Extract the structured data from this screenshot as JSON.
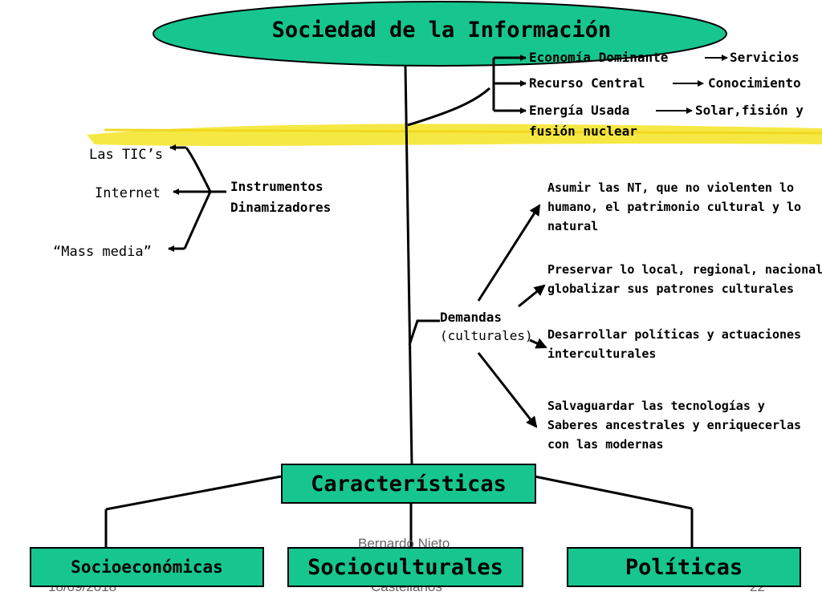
{
  "title": "Sociedad de la Información",
  "right_top": {
    "economia_label": "Economía Dominante",
    "economia_value": "Servicios",
    "recurso_label": "Recurso Central",
    "recurso_value": "Conocimiento",
    "energia_label": "Energía Usada",
    "energia_value": "Solar,fisión y",
    "energia_cont": "fusión nuclear"
  },
  "instrumentos": {
    "label_line1": "Instrumentos",
    "label_line2": "Dinamizadores",
    "items": [
      "Las TIC’s",
      "Internet",
      "“Mass media”"
    ]
  },
  "demandas": {
    "label": "Demandas",
    "sublabel": "(culturales)",
    "items": [
      [
        "Asumir las NT, que no violenten lo",
        "humano, el patrimonio cultural y lo",
        "natural"
      ],
      [
        "Preservar lo local, regional, nacional",
        "globalizar sus patrones culturales"
      ],
      [
        "Desarrollar políticas y actuaciones",
        "interculturales"
      ],
      [
        "Salvaguardar las tecnologías y",
        "Saberes ancestrales y enriquecerlas",
        "con las modernas"
      ]
    ]
  },
  "caracteristicas": "Características",
  "categorias": [
    "Socioeconómicas",
    "Socioculturales",
    "Políticas"
  ],
  "footer": {
    "date": "18/09/2018",
    "author_line1": "Bernardo Nieto",
    "author_line2": "Castellanos",
    "page": "22"
  },
  "colors": {
    "box_fill": "#17c68f",
    "highlight": "#f5e630",
    "line": "#000000"
  }
}
